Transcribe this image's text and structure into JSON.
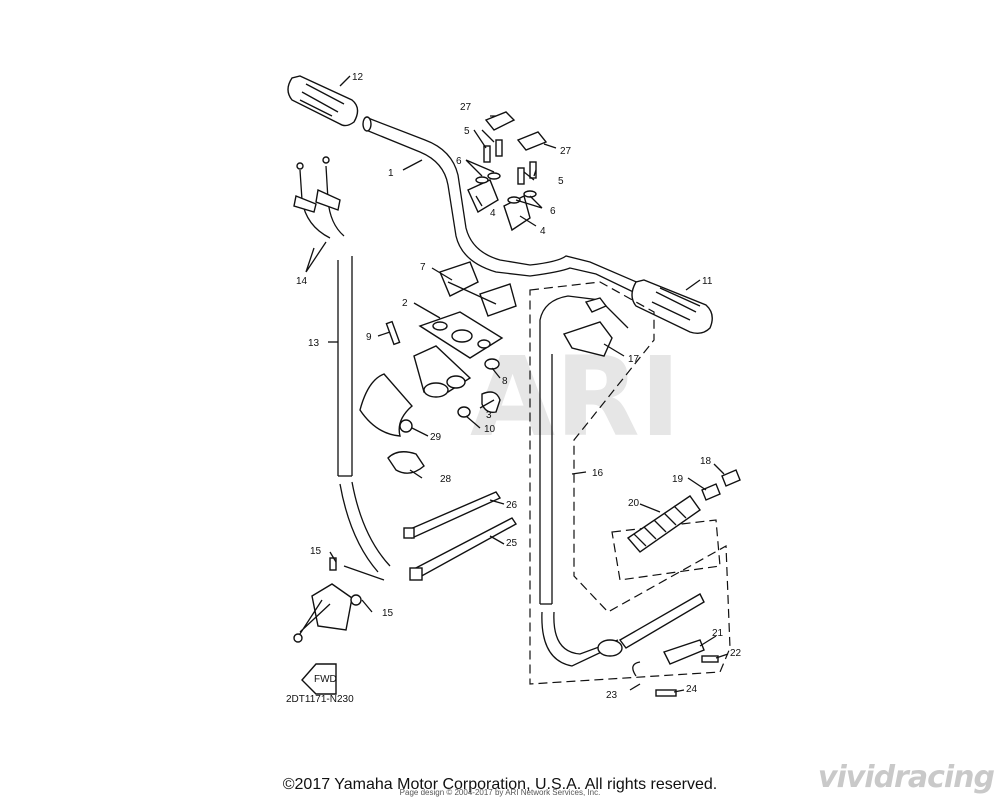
{
  "diagram": {
    "drawing_code": "2DT1171-N230",
    "fwd_label": "FWD",
    "watermark": "ARI",
    "copyright": "©2017 Yamaha Motor Corporation, U.S.A. All rights reserved.",
    "page_credit": "Page design © 2004-2017 by ARI Network Services, Inc.",
    "brand": "vividracing",
    "callouts": {
      "c1": "1",
      "c2": "2",
      "c3": "3",
      "c4a": "4",
      "c4b": "4",
      "c5a": "5",
      "c5b": "5",
      "c6a": "6",
      "c6b": "6",
      "c7": "7",
      "c8": "8",
      "c9": "9",
      "c10": "10",
      "c11": "11",
      "c12": "12",
      "c13": "13",
      "c14": "14",
      "c15a": "15",
      "c15b": "15",
      "c16": "16",
      "c17": "17",
      "c18": "18",
      "c19": "19",
      "c20": "20",
      "c21": "21",
      "c22": "22",
      "c23": "23",
      "c24": "24",
      "c25": "25",
      "c26": "26",
      "c27a": "27",
      "c27b": "27",
      "c28": "28",
      "c29": "29"
    }
  }
}
